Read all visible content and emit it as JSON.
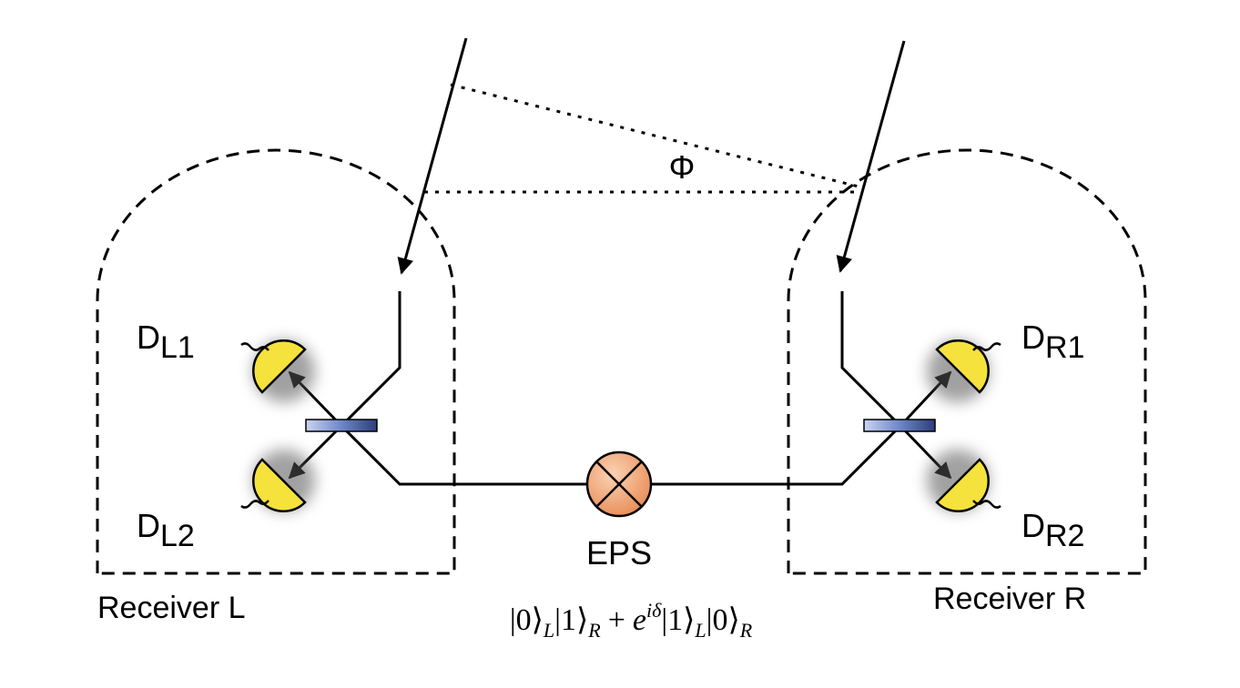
{
  "labels": {
    "phi": "Φ",
    "eps": "EPS",
    "receiver_left": "Receiver L",
    "receiver_right": "Receiver R",
    "detector_d": "D",
    "detector_l1_sub": "L1",
    "detector_l2_sub": "L2",
    "detector_r1_sub": "R1",
    "detector_r2_sub": "R2"
  },
  "state": {
    "ket0": "|0⟩",
    "sub_L": "L",
    "ket1": "|1⟩",
    "sub_R": "R",
    "plus": "+",
    "e": "e",
    "exp": "iδ"
  },
  "colors": {
    "detector_fill": "#f5e23c",
    "eps_fill": "#f4a878",
    "beamsplitter_fill": "#6f86c8",
    "line": "#000000"
  }
}
